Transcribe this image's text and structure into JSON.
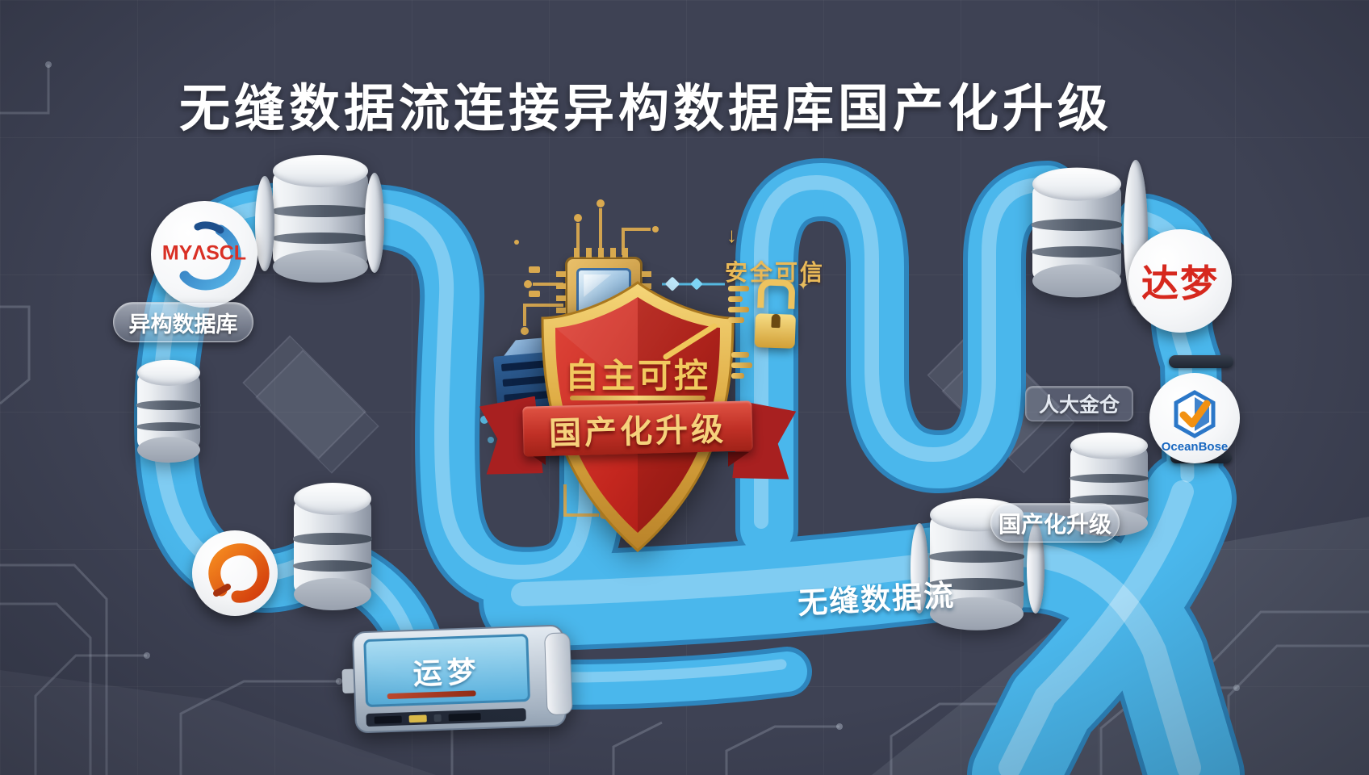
{
  "title": "无缝数据流连接异构数据库国产化升级",
  "badges": {
    "heterogeneous_db": "异构数据库",
    "secure_trusted": "安全可信",
    "renda_jincang": "人大金仓",
    "localization_upgrade": "国产化升级",
    "seamless_data_flow": "无缝数据流"
  },
  "shield": {
    "primary": "自主可控",
    "ribbon": "国产化升级"
  },
  "logos": {
    "mysql": "MYΛSCL",
    "dameng": "达梦",
    "oceanbase": "OceanBose",
    "device_screen": "运梦"
  },
  "icons": {
    "down_arrow": "↓",
    "sparkle": "✦"
  },
  "colors": {
    "background": "#3e4254",
    "pipe_blue": "#4ab7ec",
    "shield_red": "#c93028",
    "ribbon_red": "#c03026",
    "gold": "#eaba58",
    "label_white": "#ffffff",
    "mysql_red": "#d93025",
    "dameng_red": "#d6281e",
    "oceanbase_blue": "#1767c0"
  }
}
